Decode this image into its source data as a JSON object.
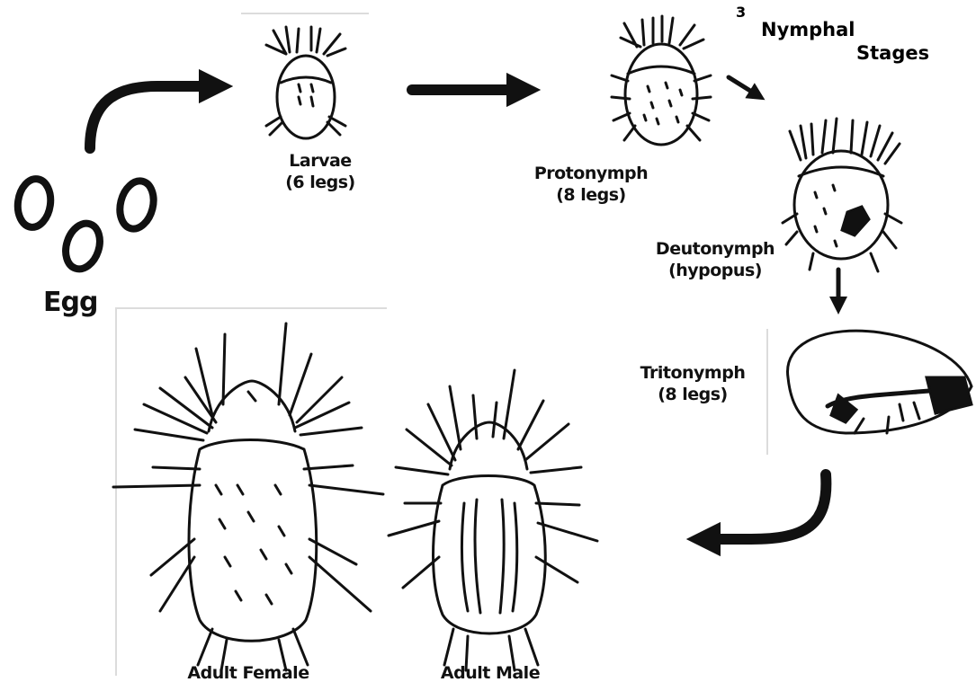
{
  "stages": {
    "egg": {
      "label": "Egg"
    },
    "larvae": {
      "label": "Larvae",
      "legs": "(6 legs)"
    },
    "protonymph": {
      "label": "Protonymph",
      "legs": "(8 legs)"
    },
    "deutonymph": {
      "label": "Deutonymph",
      "sublabel": "(hypopus)"
    },
    "tritonymph": {
      "label": "Tritonymph",
      "legs": "(8 legs)"
    },
    "adult_female": {
      "label": "Adult Female"
    },
    "adult_male": {
      "label": "Adult Male"
    }
  },
  "nymphal_note": {
    "number": "3",
    "line1": "Nymphal",
    "line2": "Stages"
  },
  "colors": {
    "ink": "#111111",
    "background": "#ffffff"
  }
}
